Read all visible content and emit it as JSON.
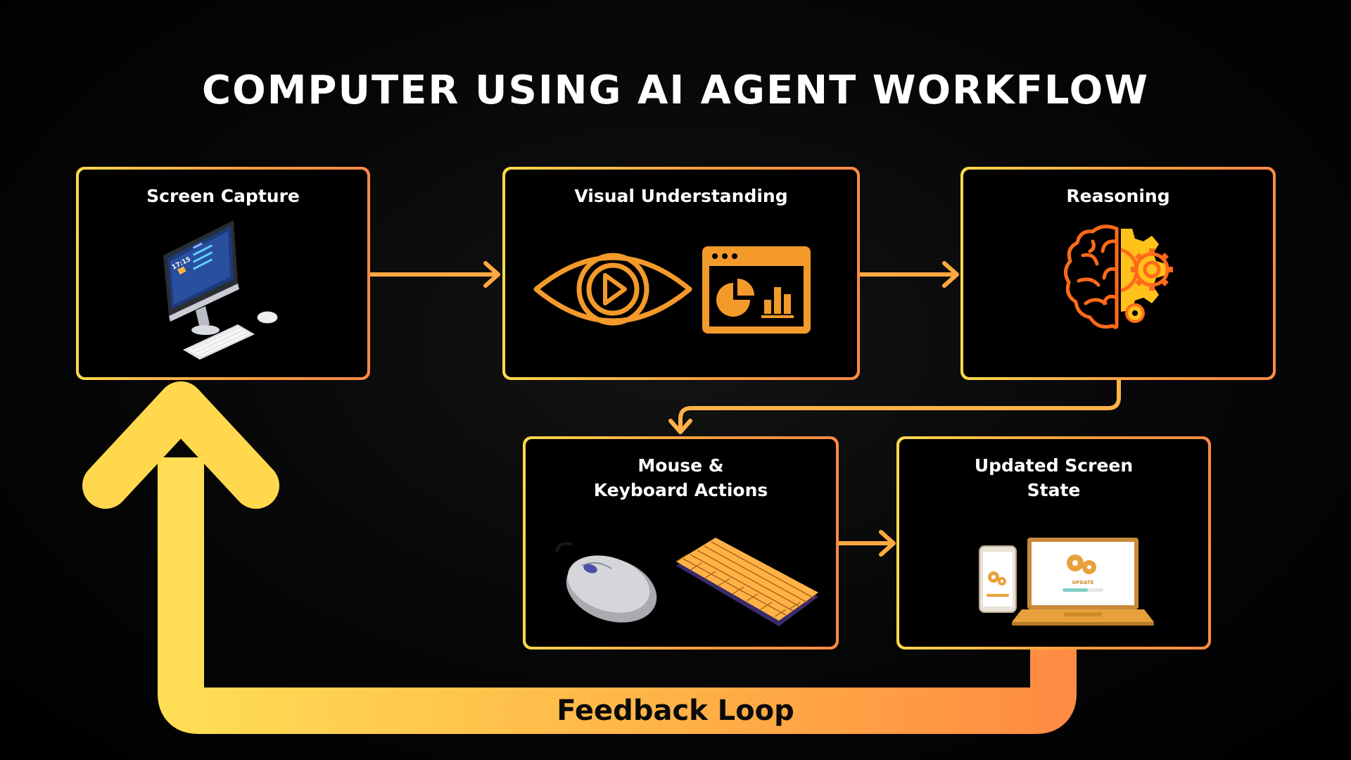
{
  "title": "COMPUTER USING AI AGENT WORKFLOW",
  "nodes": {
    "screen_capture": "Screen Capture",
    "visual_understanding": "Visual Understanding",
    "reasoning": "Reasoning",
    "actions": "Mouse & Keyboard Actions",
    "updated_state": "Updated Screen State"
  },
  "feedback_label": "Feedback Loop",
  "illustration_text": {
    "monitor_clock": "17:15",
    "laptop_update": "UPDATE"
  },
  "colors": {
    "accent_yellow": "#ffd84d",
    "accent_orange": "#ff9a3d",
    "icon_orange": "#f39a2b",
    "background": "#000000"
  },
  "icons": [
    "desktop-computer-icon",
    "eye-icon",
    "dashboard-window-icon",
    "brain-gears-icon",
    "mouse-icon",
    "keyboard-icon",
    "phone-icon",
    "laptop-update-icon"
  ]
}
